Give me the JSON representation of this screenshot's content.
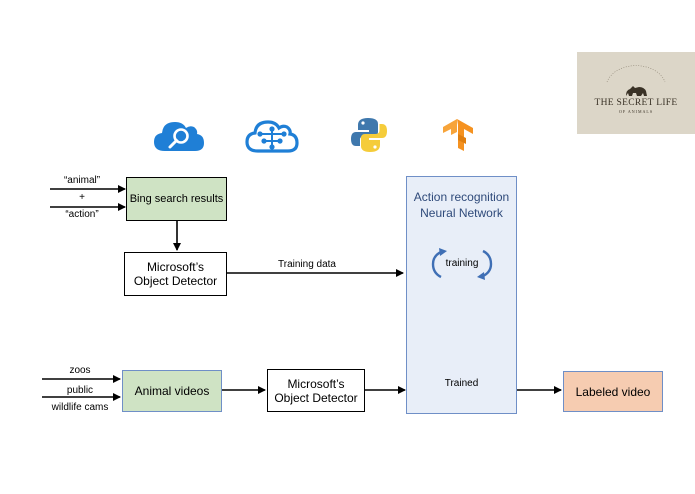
{
  "colors": {
    "green_fill": "#cfe3c4",
    "peach_fill": "#f6ccb1",
    "nn_fill": "#e8eef8",
    "nn_border": "#6f8fc7",
    "azure_blue": "#1f7fd6",
    "python_blue": "#3f78ad",
    "python_yellow": "#f5cc3a",
    "tf_orange": "#f59220",
    "logo_bg": "#dcd6c8",
    "logo_ink": "#3a3226"
  },
  "icons": [
    "azure-search-icon",
    "azure-cognitive-brain-icon",
    "python-icon",
    "tensorflow-icon"
  ],
  "logo": {
    "line1": "THE SECRET LIFE",
    "line2": "OF ANIMALS"
  },
  "inputs_top": {
    "animal": "“animal”",
    "plus": "+",
    "action": "“action”"
  },
  "bing_box": "Bing search results",
  "detector_top": {
    "line1": "Microsoft’s",
    "line2": "Object Detector"
  },
  "training_data_label": "Training data",
  "nn": {
    "title_line1": "Action recognition",
    "title_line2": "Neural Network",
    "training": "training",
    "trained": "Trained"
  },
  "inputs_bottom": {
    "zoos": "zoos",
    "public": "public",
    "wildlife": "wildlife cams"
  },
  "animal_videos_box": "Animal videos",
  "detector_bottom": {
    "line1": "Microsoft’s",
    "line2": "Object Detector"
  },
  "labeled_video_box": "Labeled video"
}
